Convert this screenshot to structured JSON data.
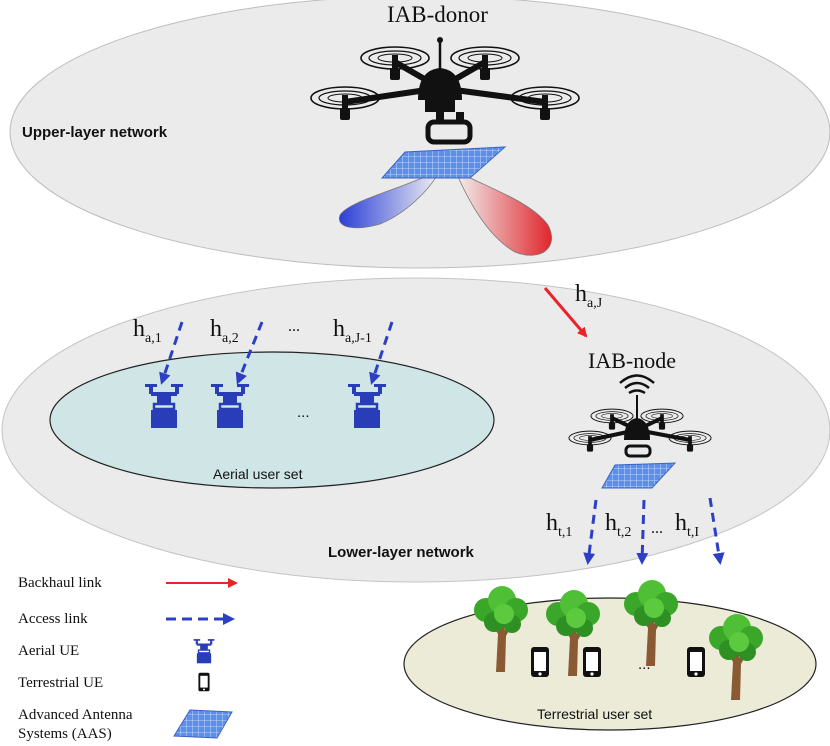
{
  "diagram": {
    "upper": {
      "donor_label": "IAB-donor",
      "network_label": "Upper-layer network"
    },
    "lower": {
      "network_label": "Lower-layer network",
      "node_label": "IAB-node",
      "aerial_set_label": "Aerial user set",
      "terrestrial_set_label": "Terrestrial user set",
      "ellipsis": "..."
    },
    "links": {
      "backhaul_main": "h",
      "backhaul_sub": "a,J",
      "aerial": [
        {
          "main": "h",
          "sub": "a,1"
        },
        {
          "main": "h",
          "sub": "a,2"
        },
        {
          "main": "h",
          "sub": "a,J-1"
        }
      ],
      "aerial_ellipsis": "...",
      "terrestrial": [
        {
          "main": "h",
          "sub": "t,1"
        },
        {
          "main": "h",
          "sub": "t,2"
        },
        {
          "main": "h",
          "sub": "t,I"
        }
      ],
      "terrestrial_ellipsis": "..."
    },
    "legend": [
      {
        "label": "Backhaul link",
        "icon": "red-arrow"
      },
      {
        "label": "Access link",
        "icon": "blue-dashed-arrow"
      },
      {
        "label": "Aerial UE",
        "icon": "aerial-ue-icon"
      },
      {
        "label": "Terrestrial UE",
        "icon": "phone-icon"
      },
      {
        "label": "Advanced Antenna\nSystems (AAS)",
        "icon": "antenna-panel-icon"
      }
    ],
    "colors": {
      "backhaul": "#e8242a",
      "access": "#2d3fc4",
      "aerial_ue": "#2a3db8",
      "aerial_ellipse": "#cfe5e6",
      "terrestrial_ellipse": "#ecebd7",
      "network_ellipse": "#ebebeb"
    }
  }
}
